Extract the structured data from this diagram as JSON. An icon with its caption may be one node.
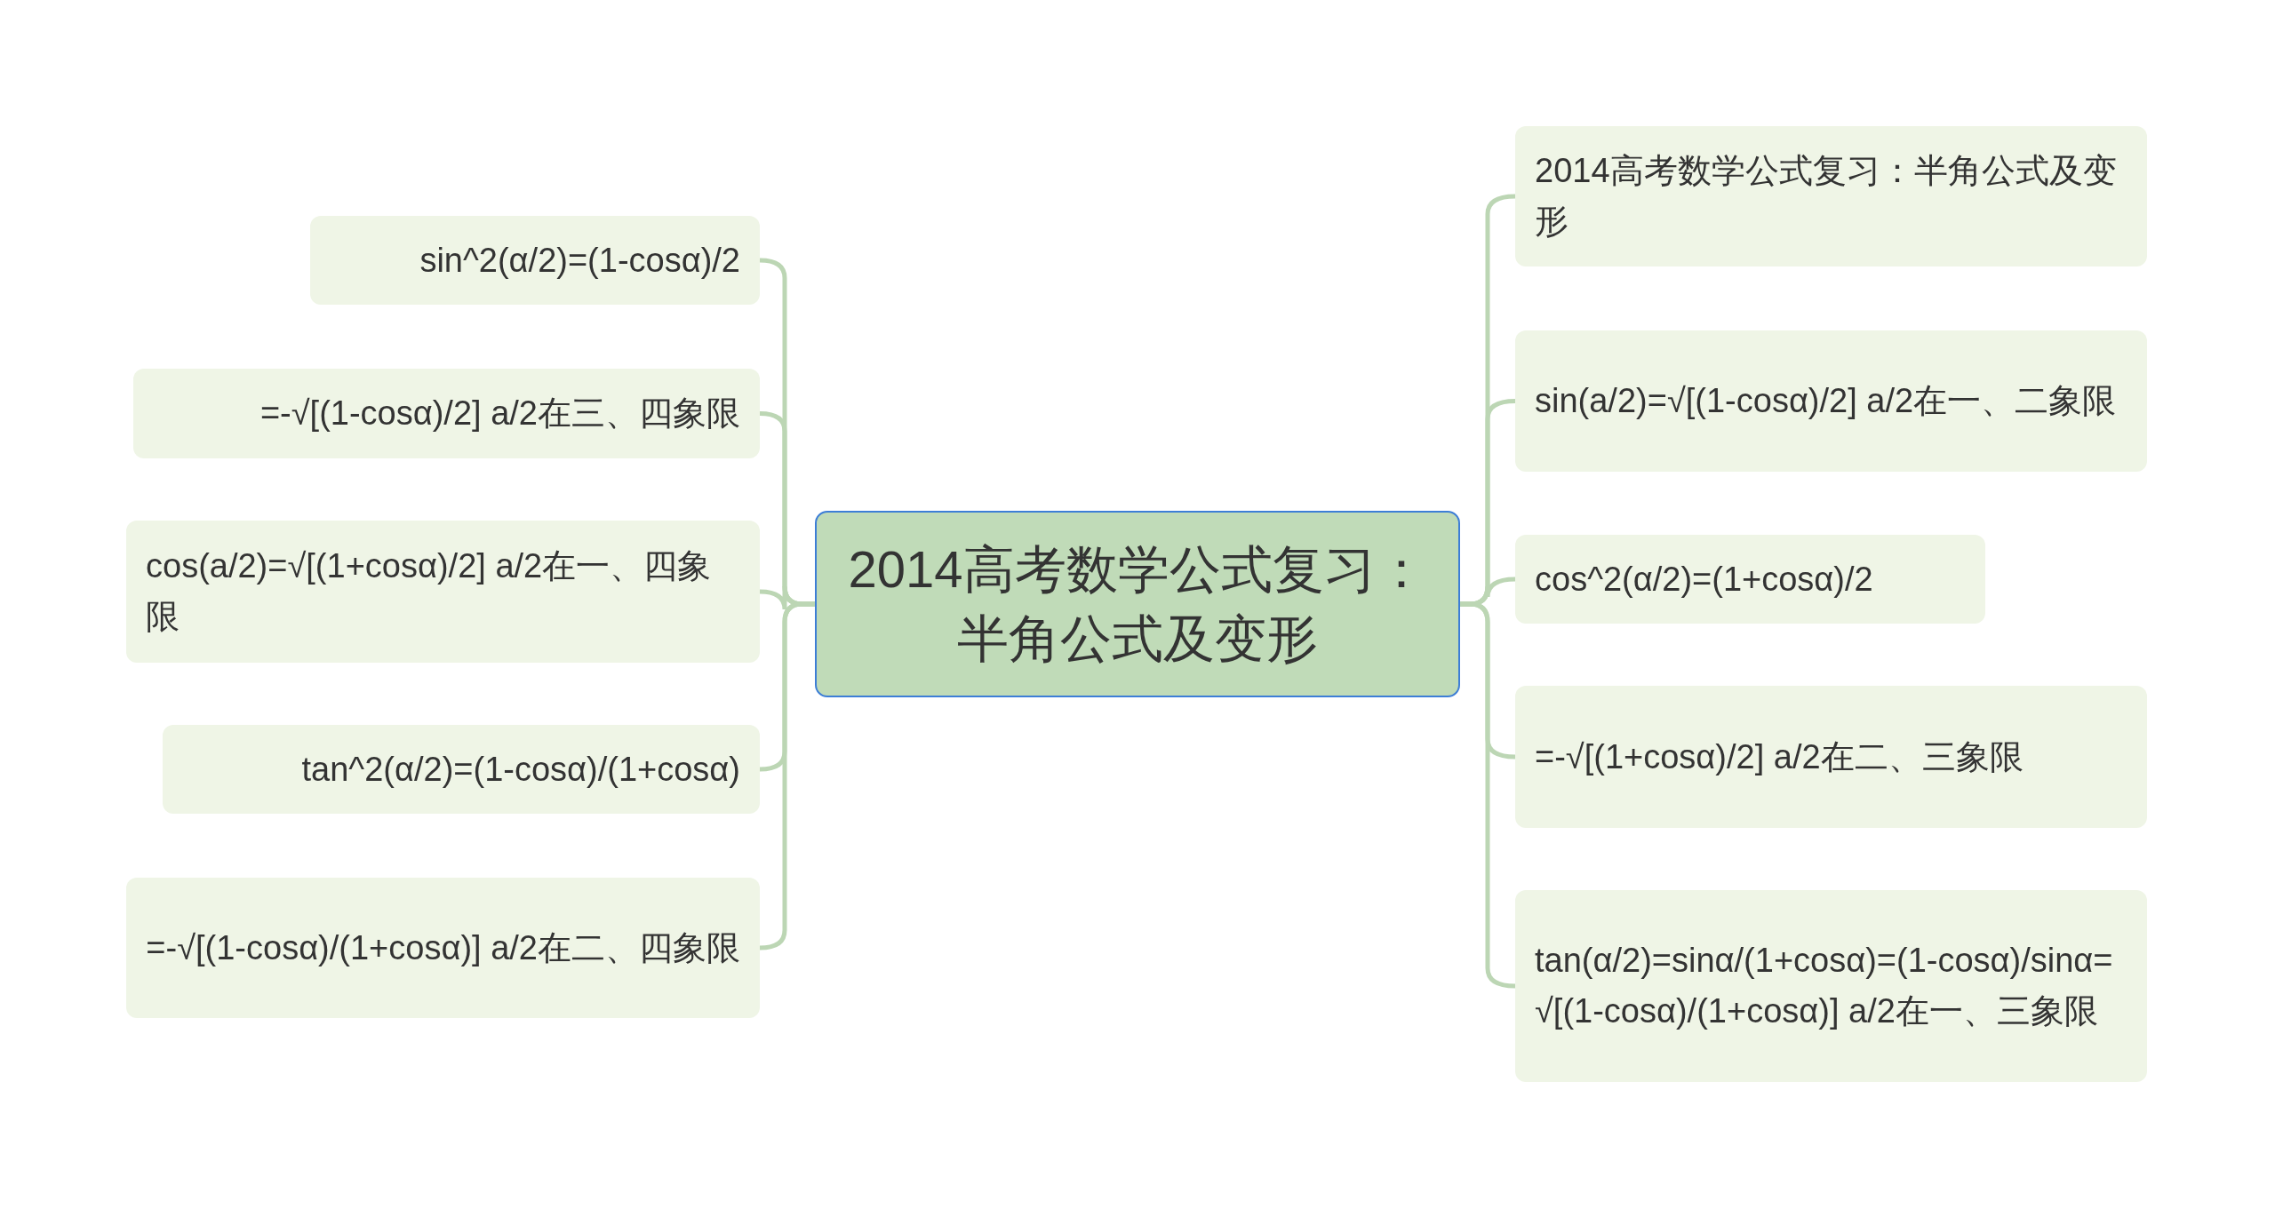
{
  "diagram": {
    "nodes": [
      {
        "text": [
          "2014高考数学公式复习：半角公式及变形"
        ]
      },
      {
        "text": [
          "sin^2(α/2)=(1-cosα)/2"
        ]
      },
      {
        "text": [
          "=-√[(1-cosα)/2] a/2在三、四象限"
        ]
      },
      {
        "text": [
          "cos(a/2)=√[(1+cosα)/2] a/2在一、四象限"
        ]
      },
      {
        "text": [
          "tan^2(α/2)=(1-cosα)/(1+cosα)"
        ]
      },
      {
        "text": [
          "=-√[(1-cosα)/(1+cosα)] a/2在二、四象限"
        ]
      },
      {
        "text": [
          "2014高考数学公式复习：半角公式及变形"
        ]
      },
      {
        "text": [
          "sin(a/2)=√[(1-cosα)/2] a/2在一、二象限"
        ]
      },
      {
        "text": [
          "cos^2(α/2)=(1+cosα)/2"
        ]
      },
      {
        "text": [
          "=-√[(1+cosα)/2] a/2在二、三象限"
        ]
      },
      {
        "text": [
          "tan(α/2)=sinα/(1+cosα)=(1-cosα)/sinα=√[(1-cosα)/(1+cosα)] a/2在一、三象限"
        ]
      }
    ],
    "edges": [
      {
        "from": 0,
        "to": 1,
        "arrow": "none"
      },
      {
        "from": 0,
        "to": 2,
        "arrow": "none"
      },
      {
        "from": 0,
        "to": 3,
        "arrow": "none"
      },
      {
        "from": 0,
        "to": 4,
        "arrow": "none"
      },
      {
        "from": 0,
        "to": 5,
        "arrow": "none"
      },
      {
        "from": 0,
        "to": 6,
        "arrow": "none"
      },
      {
        "from": 0,
        "to": 7,
        "arrow": "none"
      },
      {
        "from": 0,
        "to": 8,
        "arrow": "none"
      },
      {
        "from": 0,
        "to": 9,
        "arrow": "none"
      },
      {
        "from": 0,
        "to": 10,
        "arrow": "none"
      }
    ]
  }
}
